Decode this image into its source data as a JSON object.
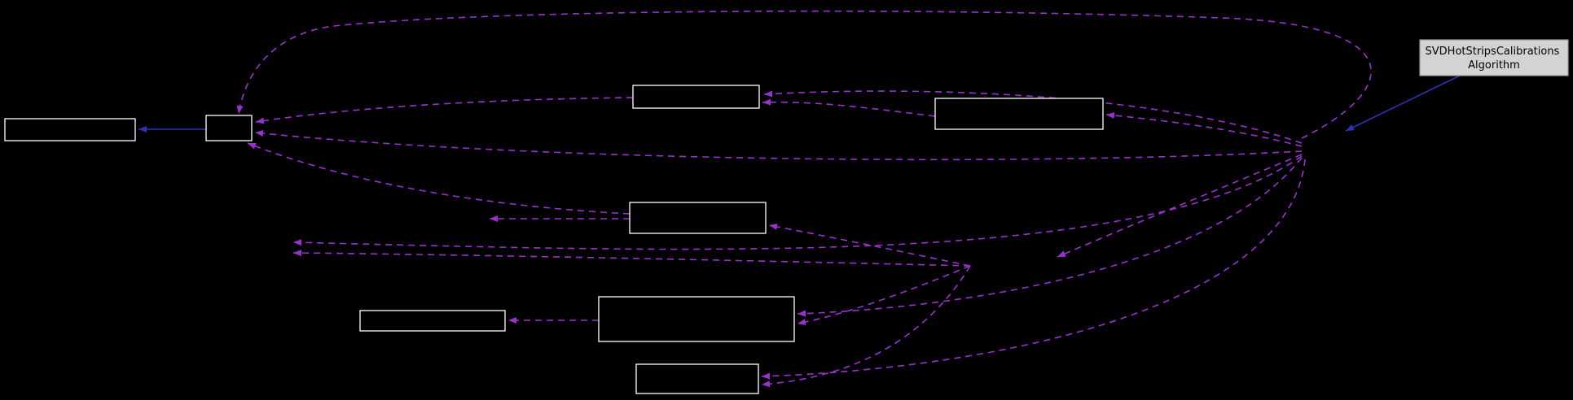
{
  "diagram": {
    "type": "collaboration-graph",
    "main_node": {
      "label_line1": "SVDHotStripsCalibrations",
      "label_line2": "Algorithm"
    },
    "unlabeled_node_count": 8,
    "edge_styles": {
      "dashed": "usage-dependency",
      "solid": "inheritance"
    }
  },
  "colors": {
    "background": "#000000",
    "node_fill": "#000000",
    "node_border": "#ffffff",
    "main_node_fill": "#d3d3d3",
    "main_node_border": "#9a9a9a",
    "main_node_text": "#000000",
    "dashed_edge": "#9932cc",
    "solid_edge": "#3030b8"
  }
}
